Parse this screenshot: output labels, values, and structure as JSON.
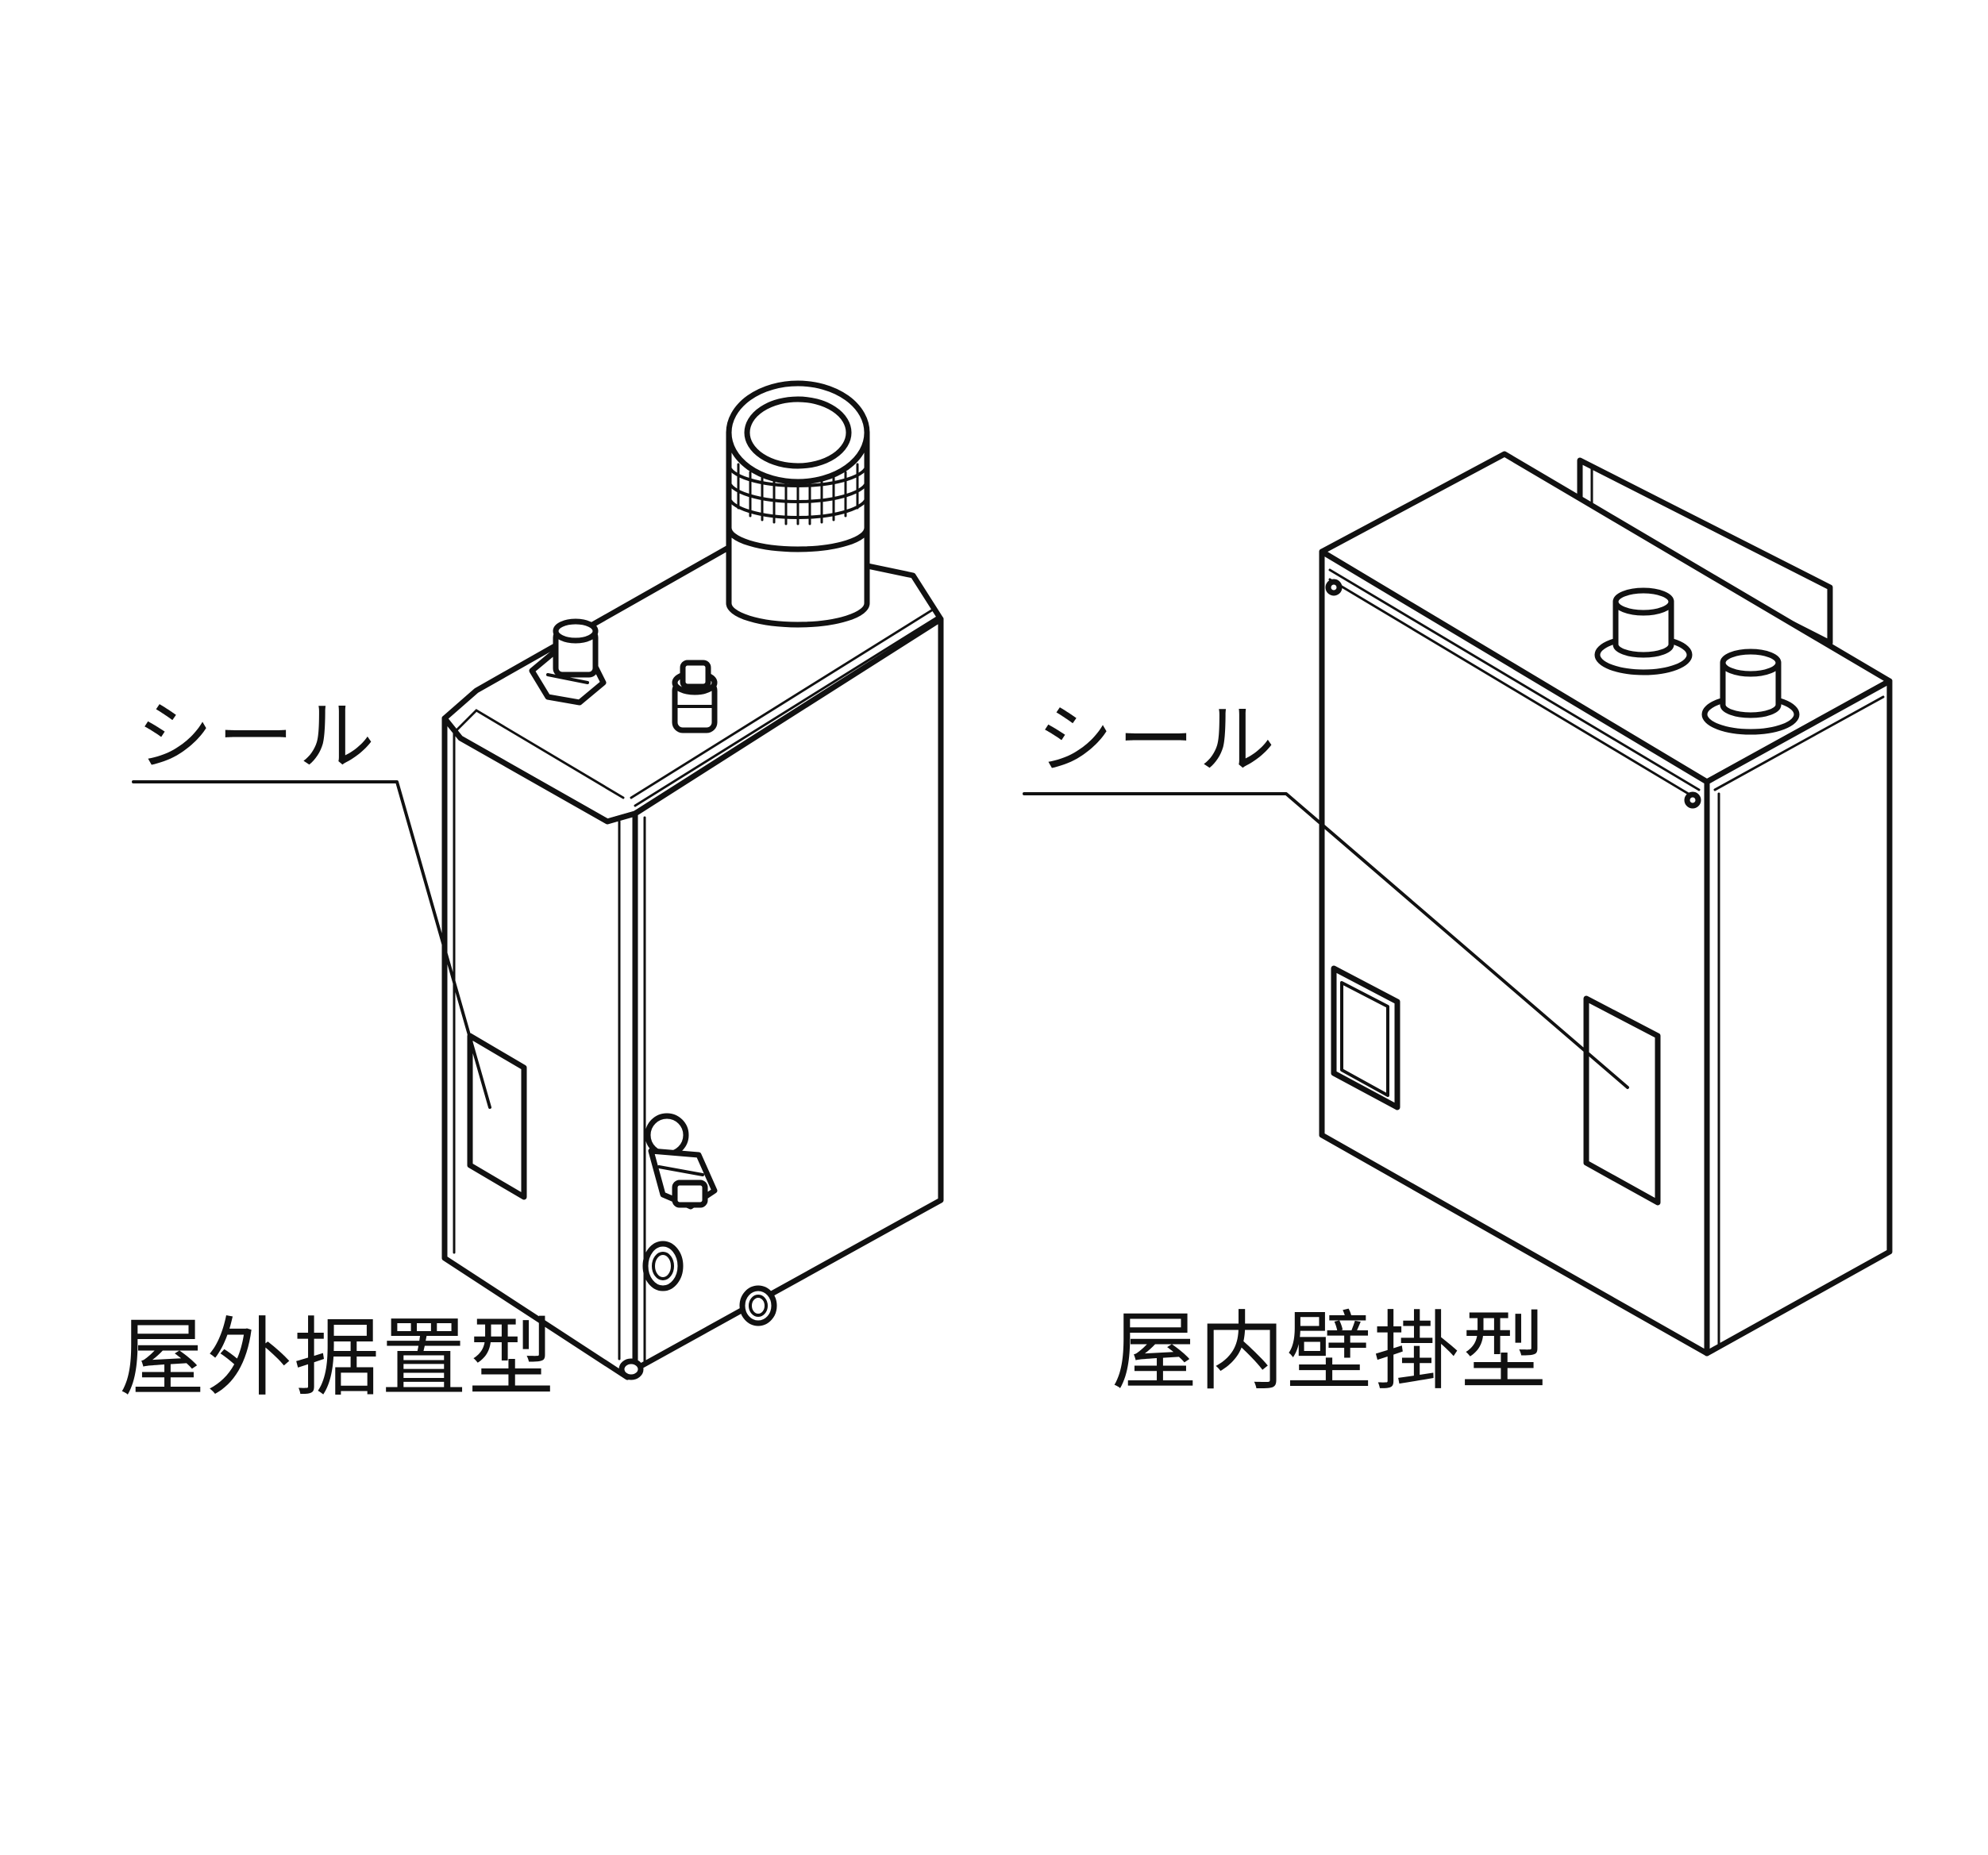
{
  "figure": {
    "units": [
      {
        "callout_label": "シール",
        "model_label": "屋外据置型"
      },
      {
        "callout_label": "シール",
        "model_label": "屋内壁掛型"
      }
    ]
  }
}
